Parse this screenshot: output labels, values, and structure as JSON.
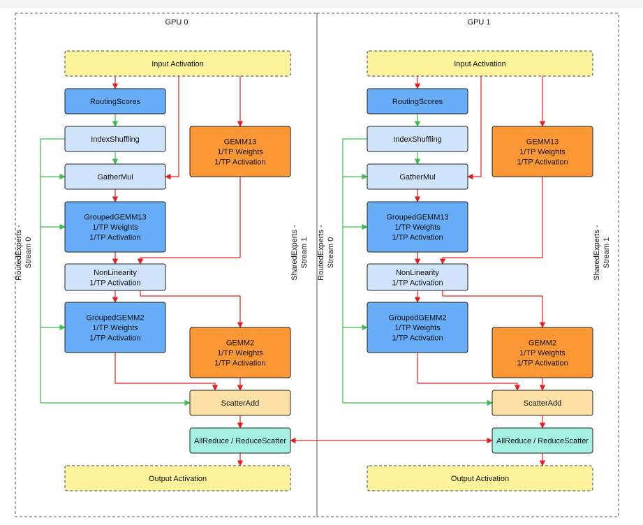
{
  "colors": {
    "io": "#fdf39a",
    "routing": "#66acf7",
    "light": "#cfe3fb",
    "shared": "#fb9734",
    "scatter": "#fde0a6",
    "allreduce": "#a4f0e2",
    "edge_red": "#e02020",
    "edge_green": "#3dbb4e"
  },
  "gpus": [
    {
      "title": "GPU 0",
      "routed_label": [
        "RoutedExperts -",
        "Stream 0"
      ],
      "shared_label": [
        "SharedExperts -",
        "Stream 1"
      ],
      "nodes": {
        "input": [
          "Input Activation"
        ],
        "routing": [
          "RoutingScores"
        ],
        "index": [
          "IndexShuffling"
        ],
        "gemm13": [
          "GEMM13",
          "1/TP Weights",
          "1/TP Activation"
        ],
        "gathermul": [
          "GatherMul"
        ],
        "grouped13": [
          "GroupedGEMM13",
          "1/TP Weights",
          "1/TP Activation"
        ],
        "nonlin": [
          "NonLinearity",
          "1/TP Activation"
        ],
        "grouped2": [
          "GroupedGEMM2",
          "1/TP Weights",
          "1/TP Activation"
        ],
        "gemm2": [
          "GEMM2",
          "1/TP Weights",
          "1/TP Activation"
        ],
        "scatter": [
          "ScatterAdd"
        ],
        "allreduce": [
          "AllReduce / ReduceScatter"
        ],
        "output": [
          "Output Activation"
        ]
      }
    },
    {
      "title": "GPU 1",
      "routed_label": [
        "RoutedExperts -",
        "Stream 0"
      ],
      "shared_label": [
        "SharedExperts -",
        "Stream 1"
      ],
      "nodes": {
        "input": [
          "Input Activation"
        ],
        "routing": [
          "RoutingScores"
        ],
        "index": [
          "IndexShuffling"
        ],
        "gemm13": [
          "GEMM13",
          "1/TP Weights",
          "1/TP Activation"
        ],
        "gathermul": [
          "GatherMul"
        ],
        "grouped13": [
          "GroupedGEMM13",
          "1/TP Weights",
          "1/TP Activation"
        ],
        "nonlin": [
          "NonLinearity",
          "1/TP Activation"
        ],
        "grouped2": [
          "GroupedGEMM2",
          "1/TP Weights",
          "1/TP Activation"
        ],
        "gemm2": [
          "GEMM2",
          "1/TP Weights",
          "1/TP Activation"
        ],
        "scatter": [
          "ScatterAdd"
        ],
        "allreduce": [
          "AllReduce / ReduceScatter"
        ],
        "output": [
          "Output Activation"
        ]
      }
    }
  ]
}
